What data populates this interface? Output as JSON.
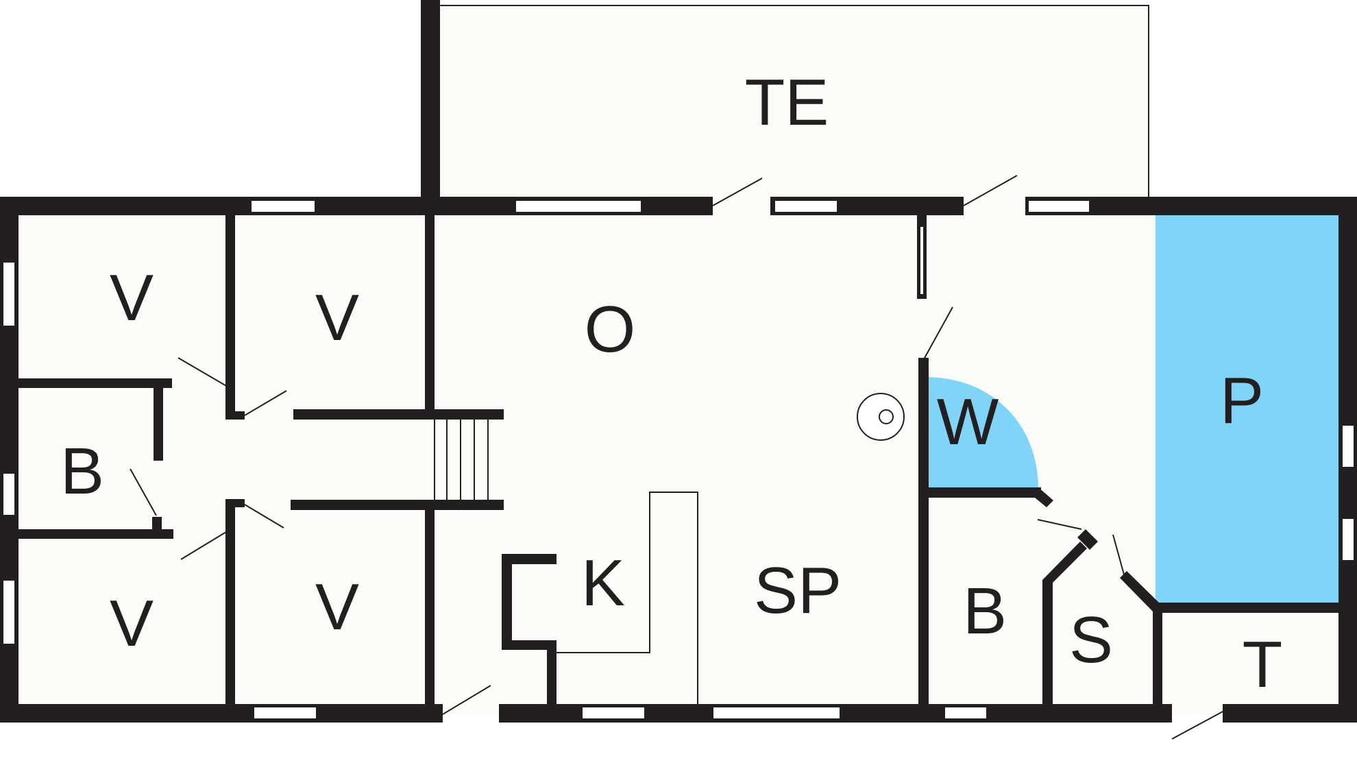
{
  "colors": {
    "background": "#ffffff",
    "floor": "#fbfbf7",
    "wall": "#231f20",
    "highlight": "#7fd4f7"
  },
  "rooms": {
    "terrace": "TE",
    "living": "O",
    "bedroom_top_left": "V",
    "bedroom_top_mid": "V",
    "bedroom_bottom_left": "V",
    "bedroom_bottom_mid": "V",
    "bath_left": "B",
    "kitchen": "K",
    "dining": "SP",
    "washroom": "W",
    "bath_right": "B",
    "sauna": "S",
    "pool": "P",
    "technical": "T"
  },
  "icons": {
    "fireplace": "fireplace-icon"
  }
}
